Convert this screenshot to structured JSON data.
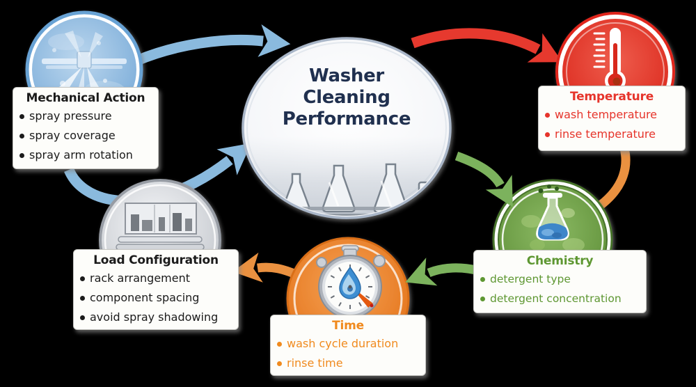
{
  "diagram_title": "Washer Cleaning Performance factor diagram",
  "center": {
    "line1": "Washer",
    "line2": "Cleaning",
    "line3": "Performance",
    "text_color": "#20304f"
  },
  "factors": {
    "mechanical": {
      "title": "Mechanical Action",
      "bullets": [
        "spray pressure",
        "spray coverage",
        "spray arm rotation"
      ],
      "text_color": "#1b1b1b",
      "accent_color": "#79abd8",
      "icon": "spray-arm-icon"
    },
    "temperature": {
      "title": "Temperature",
      "bullets": [
        "wash temperature",
        "rinse temperature"
      ],
      "text_color": "#e6342b",
      "accent_color": "#dc2a1e",
      "icon": "thermometer-icon"
    },
    "chemistry": {
      "title": "Chemistry",
      "bullets": [
        "detergent type",
        "detergent concentration"
      ],
      "text_color": "#5e9732",
      "accent_color": "#5c8d36",
      "icon": "flask-icon"
    },
    "time": {
      "title": "Time",
      "bullets": [
        "wash cycle duration",
        "rinse time"
      ],
      "text_color": "#f08a1e",
      "accent_color": "#e4731a",
      "icon": "stopwatch-icon"
    },
    "load": {
      "title": "Load Configuration",
      "bullets": [
        "rack arrangement",
        "component spacing",
        "avoid spray shadowing"
      ],
      "text_color": "#1b1b1b",
      "accent_color": "#bfc3c9",
      "icon": "wash-rack-icon"
    }
  },
  "arrow_colors": {
    "blue": "#8abade",
    "red": "#e6392e",
    "green": "#7cb25d",
    "orange": "#ea9140"
  }
}
